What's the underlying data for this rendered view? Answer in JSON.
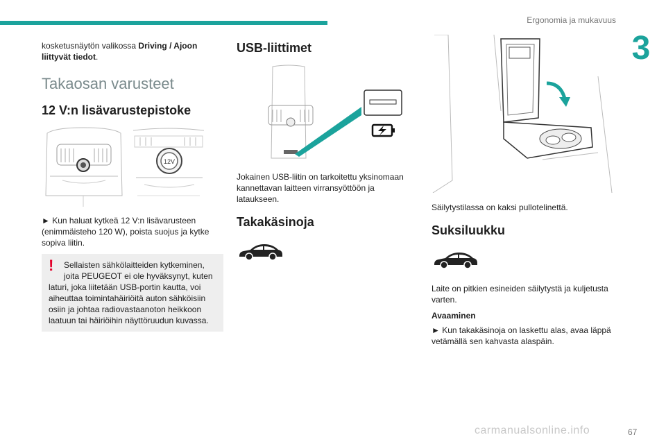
{
  "header": {
    "section_title": "Ergonomia ja mukavuus",
    "chapter_number": "3"
  },
  "col1": {
    "intro_pre": "kosketusnäytön valikossa ",
    "intro_bold": "Driving / Ajoon liittyvät tiedot",
    "intro_post": ".",
    "section_heading": "Takaosan varusteet",
    "subheading": "12 V:n lisävarustepistoke",
    "socket_label": "12V",
    "instruction": "► Kun haluat kytkeä 12 V:n lisävarusteen (enimmäisteho 120 W), poista suojus ja kytke sopiva liitin.",
    "warning_icon": "!",
    "warning_first": "Sellaisten sähkölaitteiden kytkeminen, joita PEUGEOT ei ole hyväksynyt, kuten",
    "warning_rest": "laturi, joka liitetään USB-portin kautta, voi aiheuttaa toimintahäiriöitä auton sähköisiin osiin ja johtaa radiovastaanoton heikkoon laatuun tai häiriöihin näyttöruudun kuvassa."
  },
  "col2": {
    "usb_heading": "USB-liittimet",
    "usb_text": "Jokainen USB-liitin on tarkoitettu yksinomaan kannettavan laitteen virransyöttöön ja lataukseen.",
    "armrest_heading": "Takakäsinoja"
  },
  "col3": {
    "storage_text": "Säilytystilassa on kaksi pullotelinettä.",
    "ski_heading": "Suksiluukku",
    "ski_text": "Laite on pitkien esineiden säilytystä ja kuljetusta varten.",
    "opening_heading": "Avaaminen",
    "opening_text": "► Kun takakäsinoja on laskettu alas, avaa läppä vetämällä sen kahvasta alaspäin."
  },
  "footer": {
    "page_number": "67",
    "watermark": "carmanualsonline.info"
  },
  "colors": {
    "accent": "#1ba39c",
    "warning": "#e3002b",
    "heading_light": "#7a8a8c"
  },
  "icons": [
    "car-side-icon",
    "usb-port-icon",
    "battery-charging-icon",
    "warning-exclamation-icon",
    "arrow-curved-icon"
  ]
}
